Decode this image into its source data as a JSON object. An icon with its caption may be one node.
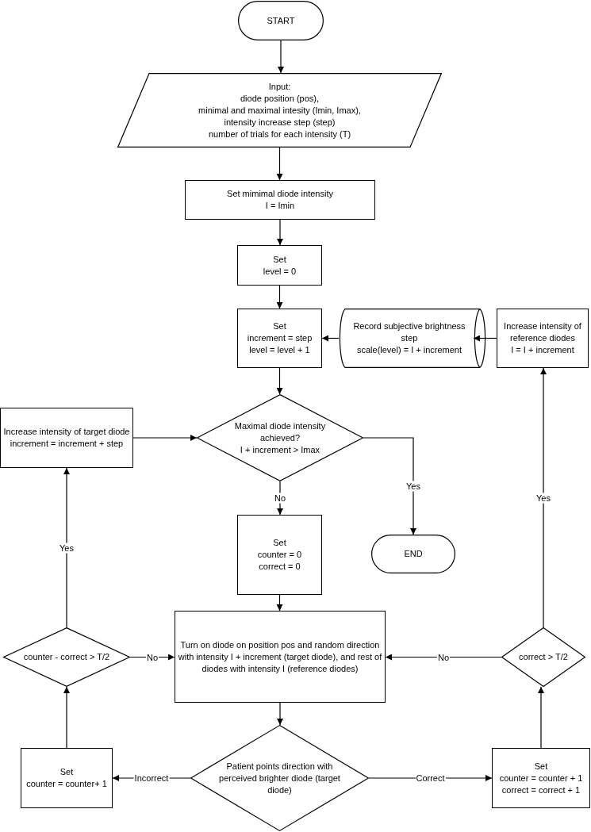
{
  "diagram": {
    "nodes": [
      {
        "text": [
          "START"
        ]
      },
      {
        "text": [
          "Input:",
          "diode position (pos),",
          "minimal and maximal intesity (Imin, Imax),",
          "intensity increase step (step)",
          "number of trials for each intensity (T)"
        ]
      },
      {
        "text": [
          "Set mimimal diode intensity",
          "I = Imin"
        ]
      },
      {
        "text": [
          "Set",
          "level = 0"
        ]
      },
      {
        "text": [
          "Set",
          "increment = step",
          "level = level + 1"
        ]
      },
      {
        "text": [
          "Record subjective brightness step",
          "scale(level) = I + increment"
        ]
      },
      {
        "text": [
          "Increase intensity of reference diodes",
          "I = I + increment"
        ]
      },
      {
        "text": [
          "Increase intensity of target diode",
          "increment = increment + step"
        ]
      },
      {
        "text": [
          "Maximal diode intensity achieved?",
          "I + increment > Imax"
        ]
      },
      {
        "text": [
          "Set",
          "counter = 0",
          "correct = 0"
        ]
      },
      {
        "text": [
          "END"
        ]
      },
      {
        "text": [
          "Turn on diode on position pos and random direction with intensity I + increment (target diode), and rest of diodes with intensity I (reference diodes)"
        ]
      },
      {
        "text": [
          "counter - correct > T/2"
        ]
      },
      {
        "text": [
          "correct > T/2"
        ]
      },
      {
        "text": [
          "Set",
          "counter = counter+ 1"
        ]
      },
      {
        "text": [
          "Patient points direction with perceived brighter diode (target diode)"
        ]
      },
      {
        "text": [
          "Set",
          "counter = counter + 1",
          "correct = correct + 1"
        ]
      }
    ],
    "edges": [
      {
        "from": 0,
        "to": 1,
        "arrow": "to"
      },
      {
        "from": 1,
        "to": 2,
        "arrow": "to"
      },
      {
        "from": 2,
        "to": 3,
        "arrow": "to"
      },
      {
        "from": 3,
        "to": 4,
        "arrow": "to"
      },
      {
        "from": 4,
        "to": 8,
        "arrow": "to"
      },
      {
        "from": 6,
        "to": 5,
        "arrow": "to"
      },
      {
        "from": 5,
        "to": 4,
        "arrow": "to"
      },
      {
        "from": 7,
        "to": 8,
        "arrow": "to"
      },
      {
        "from": 8,
        "to": 10,
        "arrow": "to",
        "label": "Yes"
      },
      {
        "from": 8,
        "to": 9,
        "arrow": "to",
        "label": "No"
      },
      {
        "from": 9,
        "to": 11,
        "arrow": "to"
      },
      {
        "from": 11,
        "to": 15,
        "arrow": "to"
      },
      {
        "from": 15,
        "to": 14,
        "arrow": "to",
        "label": "Incorrect"
      },
      {
        "from": 15,
        "to": 16,
        "arrow": "to",
        "label": "Correct"
      },
      {
        "from": 14,
        "to": 12,
        "arrow": "to"
      },
      {
        "from": 16,
        "to": 13,
        "arrow": "to"
      },
      {
        "from": 12,
        "to": 7,
        "arrow": "to",
        "label": "Yes"
      },
      {
        "from": 12,
        "to": 11,
        "arrow": "to",
        "label": "No"
      },
      {
        "from": 13,
        "to": 11,
        "arrow": "to",
        "label": "No"
      },
      {
        "from": 13,
        "to": 6,
        "arrow": "to",
        "label": "Yes"
      }
    ]
  }
}
